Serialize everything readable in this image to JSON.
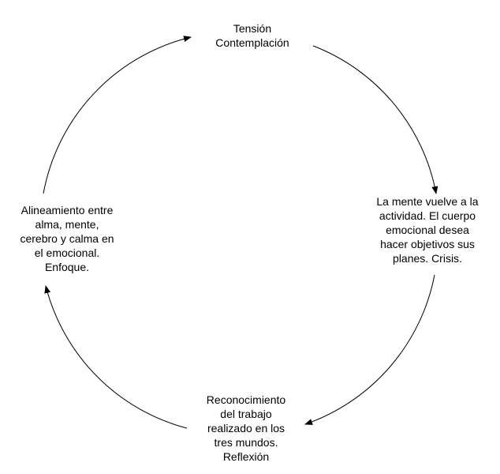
{
  "nodes": {
    "top": {
      "lines": [
        "Tensión",
        "Contemplación"
      ]
    },
    "right": {
      "lines": [
        "La mente vuelve a la",
        "actividad. El  cuerpo",
        "emocional desea",
        "hacer objetivos sus",
        "planes. Crisis."
      ]
    },
    "bottom": {
      "lines": [
        "Reconocimiento",
        "del trabajo",
        "realizado en los",
        "tres mundos.",
        "Reflexión"
      ]
    },
    "left": {
      "lines": [
        "Alineamiento entre",
        "alma, mente,",
        "cerebro y calma en",
        "el emocional.",
        "Enfoque."
      ]
    }
  },
  "colors": {
    "stroke": "#000000",
    "background": "#ffffff"
  }
}
